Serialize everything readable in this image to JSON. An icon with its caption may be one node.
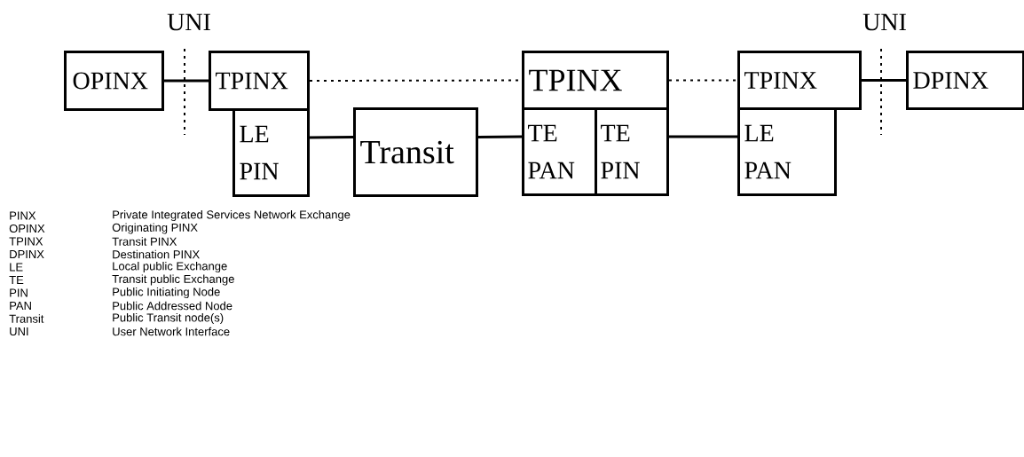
{
  "diagram": {
    "nodes": [
      {
        "text": [
          "OPINX"
        ]
      },
      {
        "text": [
          "TPINX"
        ]
      },
      {
        "text": [
          "LE",
          "PIN"
        ]
      },
      {
        "text": [
          "Transit"
        ]
      },
      {
        "text": [
          "TPINX"
        ]
      },
      {
        "text": [
          "TE",
          "PAN"
        ]
      },
      {
        "text": [
          "TE",
          "PIN"
        ]
      },
      {
        "text": [
          "TPINX"
        ]
      },
      {
        "text": [
          "LE",
          "PAN"
        ]
      },
      {
        "text": [
          "DPINX"
        ]
      }
    ],
    "edges": [
      {
        "from": 0,
        "to": 1,
        "arrow": "none"
      },
      {
        "from": 1,
        "to": 4,
        "arrow": "none",
        "style": "dashed"
      },
      {
        "from": 4,
        "to": 7,
        "arrow": "none",
        "style": "dashed"
      },
      {
        "from": 7,
        "to": 9,
        "arrow": "none"
      },
      {
        "from": 2,
        "to": 3,
        "arrow": "none"
      },
      {
        "from": 3,
        "to": 5,
        "arrow": "none"
      },
      {
        "from": 6,
        "to": 8,
        "arrow": "none"
      }
    ],
    "labels": [
      "UNI",
      "UNI",
      "PINX",
      "Private Integrated Services Network Exchange",
      "OPINX",
      "Originating PINX",
      "TPINX",
      "Transit PINX",
      "DPINX",
      "Destination PINX",
      "LE",
      "Local public Exchange",
      "TE",
      "Transit public Exchange",
      "PIN",
      "Public Initiating Node",
      "PAN",
      "Public Addressed Node",
      "Transit",
      "Public Transit node(s)",
      "UNI",
      "User Network Interface"
    ]
  }
}
